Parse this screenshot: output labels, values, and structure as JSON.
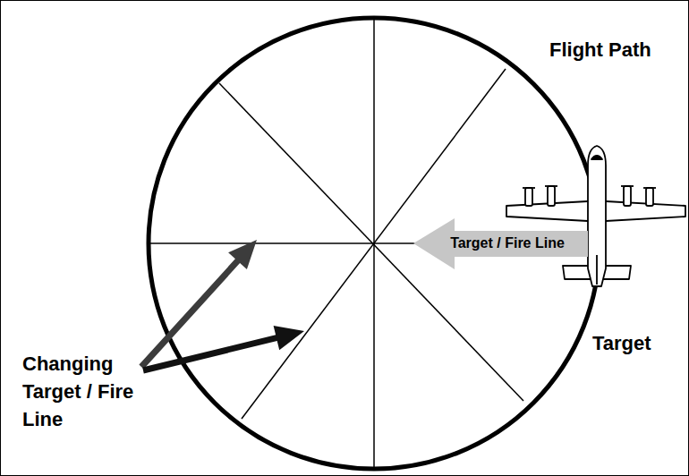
{
  "diagram": {
    "nodes": [
      {
        "text": [
          "Target / Fire Line"
        ]
      }
    ],
    "labels": [
      "Flight Path",
      "Target",
      "Changing Target / Fire Line"
    ]
  }
}
